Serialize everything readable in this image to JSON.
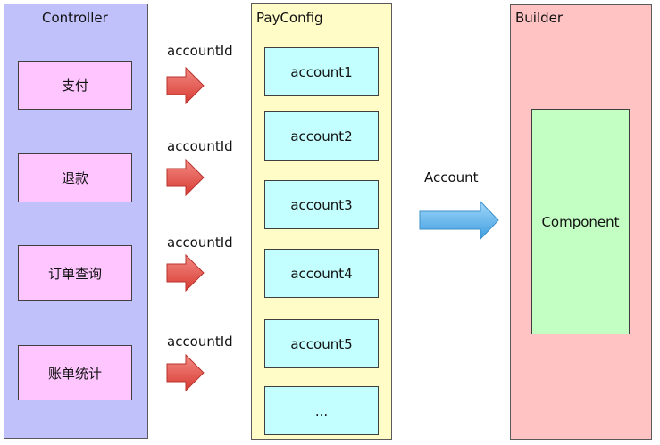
{
  "controller": {
    "title": "Controller",
    "actions": [
      "支付",
      "退款",
      "订单查询",
      "账单统计"
    ]
  },
  "arrows": {
    "labels": [
      "accountId",
      "accountId",
      "accountId",
      "accountId"
    ]
  },
  "payconfig": {
    "title": "PayConfig",
    "accounts": [
      "account1",
      "account2",
      "account3",
      "account4",
      "account5",
      "..."
    ]
  },
  "transfer": {
    "label": "Account"
  },
  "builder": {
    "title": "Builder",
    "component": "Component"
  },
  "colors": {
    "controller_bg": "#c0c0fa",
    "action_bg": "#ffc5ff",
    "payconfig_bg": "#fffcc8",
    "account_bg": "#c3ffff",
    "builder_bg": "#ffc3c3",
    "component_bg": "#c3ffc3",
    "red_arrow": "#e8524a",
    "blue_arrow": "#5bb3ec"
  }
}
